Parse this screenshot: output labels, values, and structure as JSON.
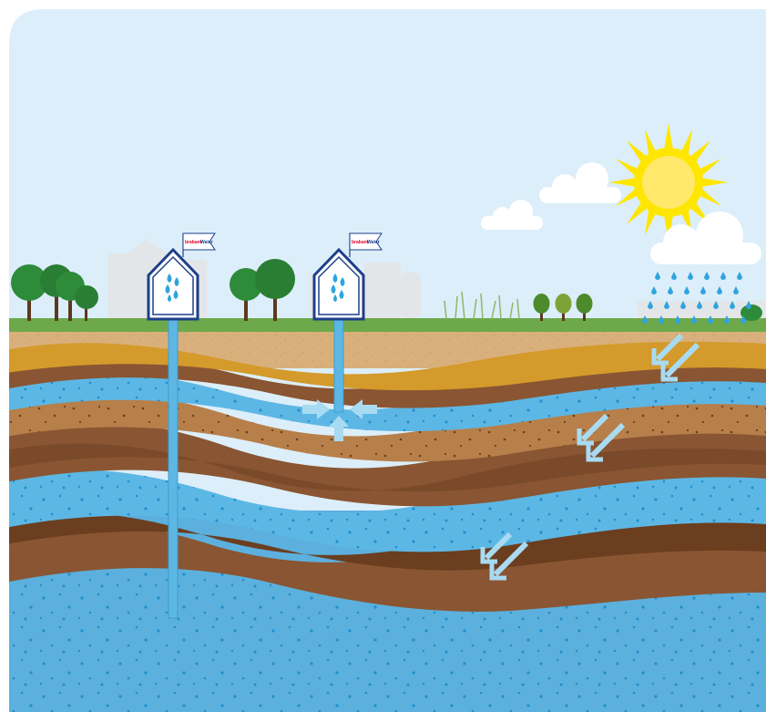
{
  "colors": {
    "sky": "#DCEEF9",
    "grass": "#6DA94B",
    "topsoil": "#D9B07C",
    "sand_yellow": "#D49A2B",
    "clay_brown": "#8A5532",
    "clay_dark": "#6B3E1F",
    "sand_light": "#B77F4A",
    "aquifer_blue": "#5DB7E4",
    "aquifer_deep": "#5CB0DD",
    "dots": "#1E8FD0",
    "house_outline": "#1D3F8A",
    "pipe": "#5DB7E4",
    "arrow": "#A8DBF2",
    "sun": "#FFE600",
    "sun_core": "#FFE86A",
    "rain": "#2FA4DF",
    "tree": "#2E8B3A",
    "town": "#E3E6E8"
  },
  "icons": {
    "house": "pumping-station-icon",
    "drops": "water-drops-icon",
    "flag": "flag-icon",
    "sun": "sun-icon",
    "cloud": "cloud-icon",
    "rain": "rain-icon",
    "tree": "tree-icon",
    "arrow": "infiltration-arrow-icon"
  },
  "flags": [
    {
      "label_red": "brabant",
      "label_blue": "Water"
    },
    {
      "label_red": "brabant",
      "label_blue": "Water"
    }
  ]
}
